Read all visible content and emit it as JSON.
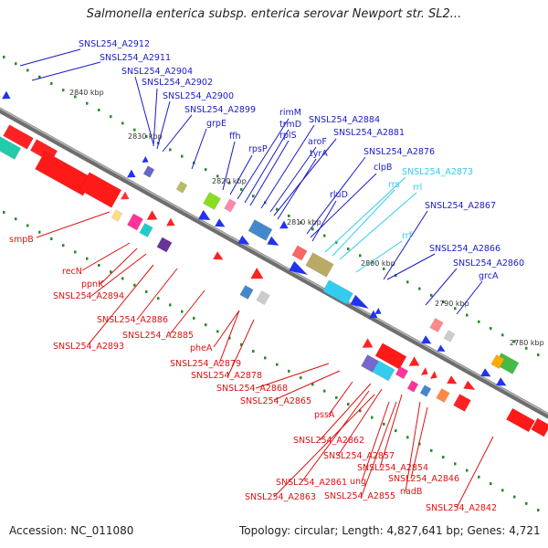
{
  "title": "Salmonella enterica subsp. enterica serovar Newport str. SL2...",
  "accession": "Accession: NC_011080",
  "summary": "Topology: circular; Length: 4,827,641 bp; Genes: 4,721",
  "colors": {
    "upper_label": "#1a1acc",
    "upper_label_rna": "#33ccee",
    "lower_label": "#dd1111",
    "backbone": "#777777",
    "tick": "#2a8a2a"
  },
  "kbp_labels": [
    "2840 kbp",
    "2830 kbp",
    "2820 kbp",
    "2810 kbp",
    "2800 kbp",
    "2790 kbp",
    "2780 kbp"
  ],
  "upper_genes": [
    "SNSL254_A2912",
    "SNSL254_A2911",
    "SNSL254_A2904",
    "SNSL254_A2902",
    "SNSL254_A2900",
    "SNSL254_A2899",
    "grpE",
    "ffh",
    "rpsP",
    "rimM",
    "trmD",
    "rplS",
    "SNSL254_A2884",
    "aroF",
    "SNSL254_A2881",
    "tyrA",
    "SNSL254_A2876",
    "clpB",
    "rluD",
    "SNSL254_A2873",
    "rrs",
    "rrl",
    "SNSL254_A2867",
    "rrf",
    "SNSL254_A2866",
    "SNSL254_A2860",
    "grcA"
  ],
  "lower_genes": [
    "smpB",
    "recN",
    "ppnK",
    "SNSL254_A2894",
    "SNSL254_A2886",
    "SNSL254_A2893",
    "SNSL254_A2885",
    "pheA",
    "SNSL254_A2879",
    "SNSL254_A2878",
    "SNSL254_A2868",
    "SNSL254_A2865",
    "pssA",
    "SNSL254_A2862",
    "SNSL254_A2857",
    "SNSL254_A2854",
    "SNSL254_A2846",
    "nadB",
    "SNSL254_A2861",
    "ung",
    "SNSL254_A2863",
    "SNSL254_A2855",
    "SNSL254_A2842"
  ]
}
